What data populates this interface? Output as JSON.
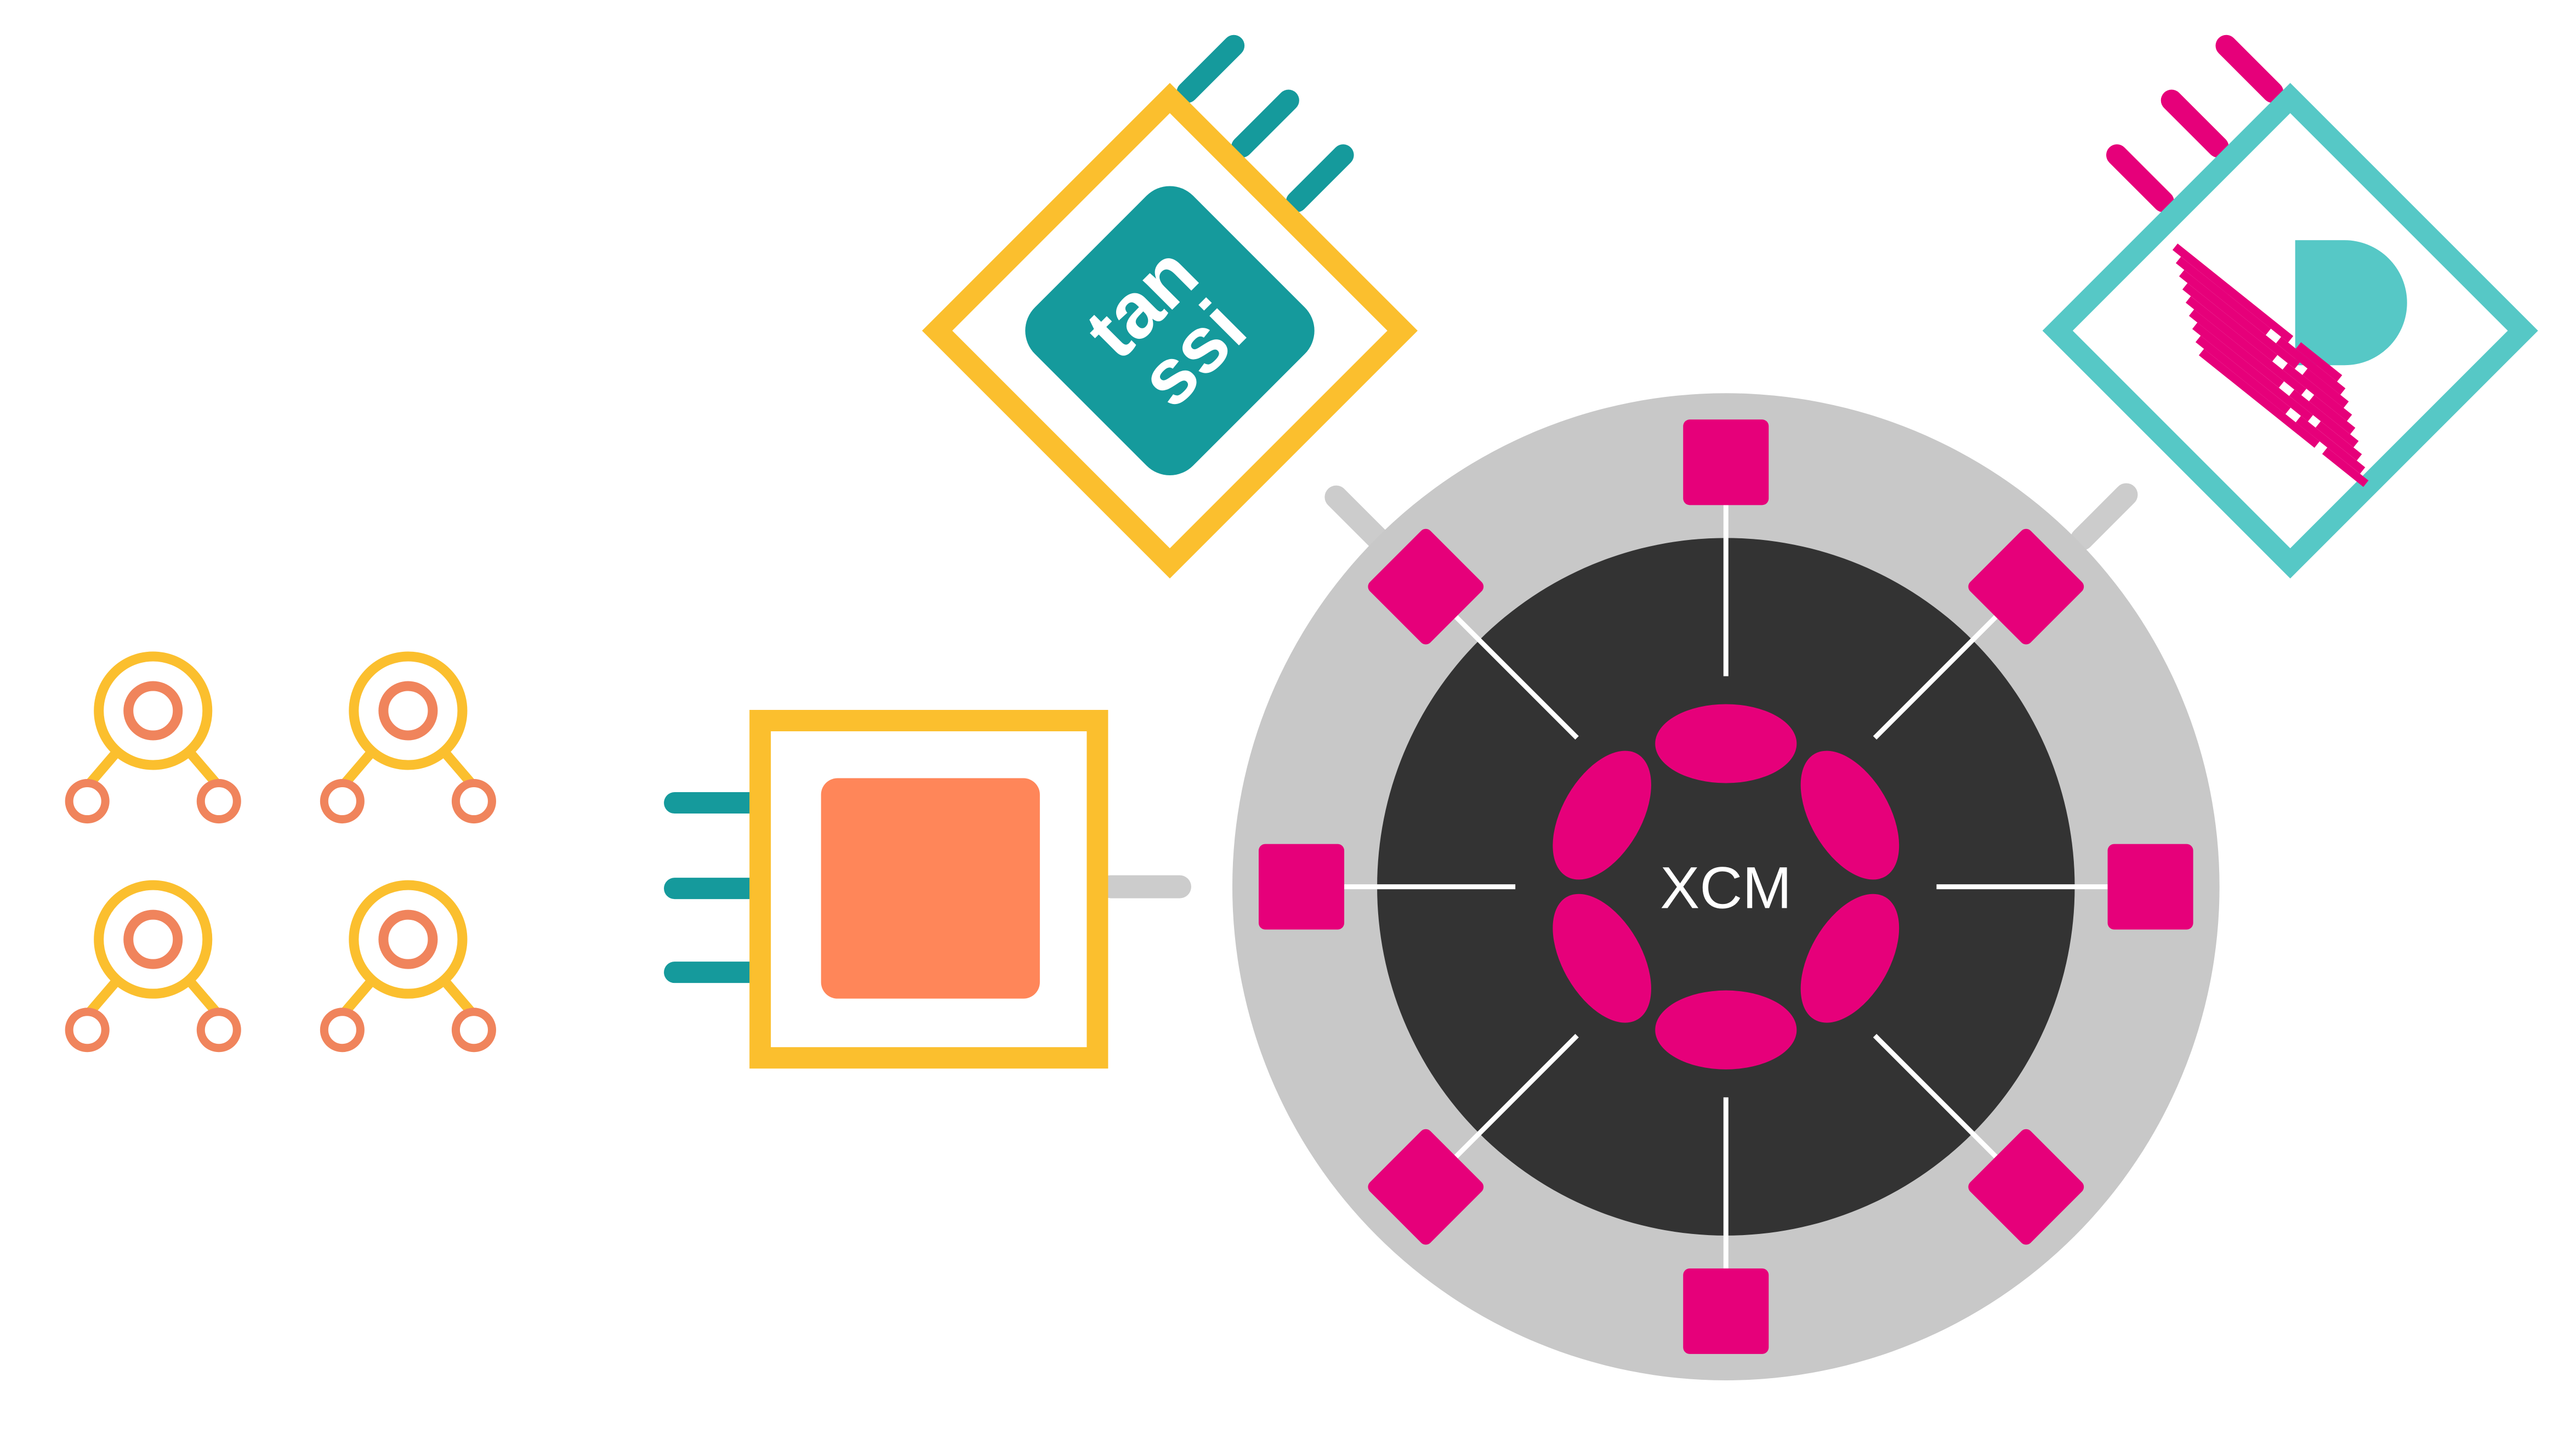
{
  "diagram": {
    "hub_label": "XCM",
    "tanssi_logo_line1": "tan",
    "tanssi_logo_line2": "ssi"
  },
  "colors": {
    "background": "#ffffff",
    "hub_ring": "#c8c8c8",
    "hub_core": "#333333",
    "hub_text": "#ffffff",
    "polkadot_pink": "#e6007a",
    "yellow": "#fbbf2e",
    "orange": "#ff8659",
    "teal": "#159a9c",
    "light_teal": "#56c8c6",
    "connector_gray": "#cccccc",
    "node_orange": "#f0845c"
  },
  "icons": {
    "node_cluster": "node-cluster-icon",
    "parachain_module": "parachain-module-icon",
    "tanssi_logo": "tanssi-logo-icon",
    "external_chain_logo": "external-chain-logo-icon"
  }
}
